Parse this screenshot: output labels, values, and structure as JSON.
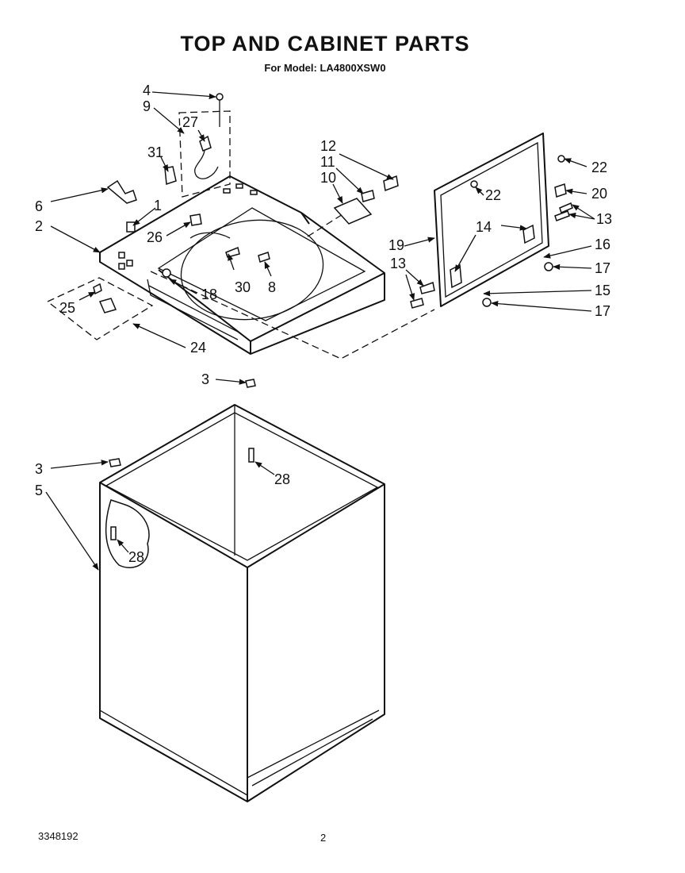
{
  "title": "TOP AND CABINET PARTS",
  "subtitle": "For Model: LA4800XSW0",
  "footer": {
    "doc_number": "3348192",
    "page_number": "2"
  },
  "callouts": {
    "c1": "1",
    "c2": "2",
    "c3a": "3",
    "c3b": "3",
    "c4": "4",
    "c5": "5",
    "c6": "6",
    "c8": "8",
    "c9": "9",
    "c10": "10",
    "c11": "11",
    "c12": "12",
    "c13a": "13",
    "c13b": "13",
    "c14": "14",
    "c15": "15",
    "c16": "16",
    "c17a": "17",
    "c17b": "17",
    "c18": "18",
    "c19": "19",
    "c20": "20",
    "c22a": "22",
    "c22b": "22",
    "c24": "24",
    "c25": "25",
    "c26": "26",
    "c27": "27",
    "c28a": "28",
    "c28b": "28",
    "c30": "30",
    "c31": "31"
  }
}
